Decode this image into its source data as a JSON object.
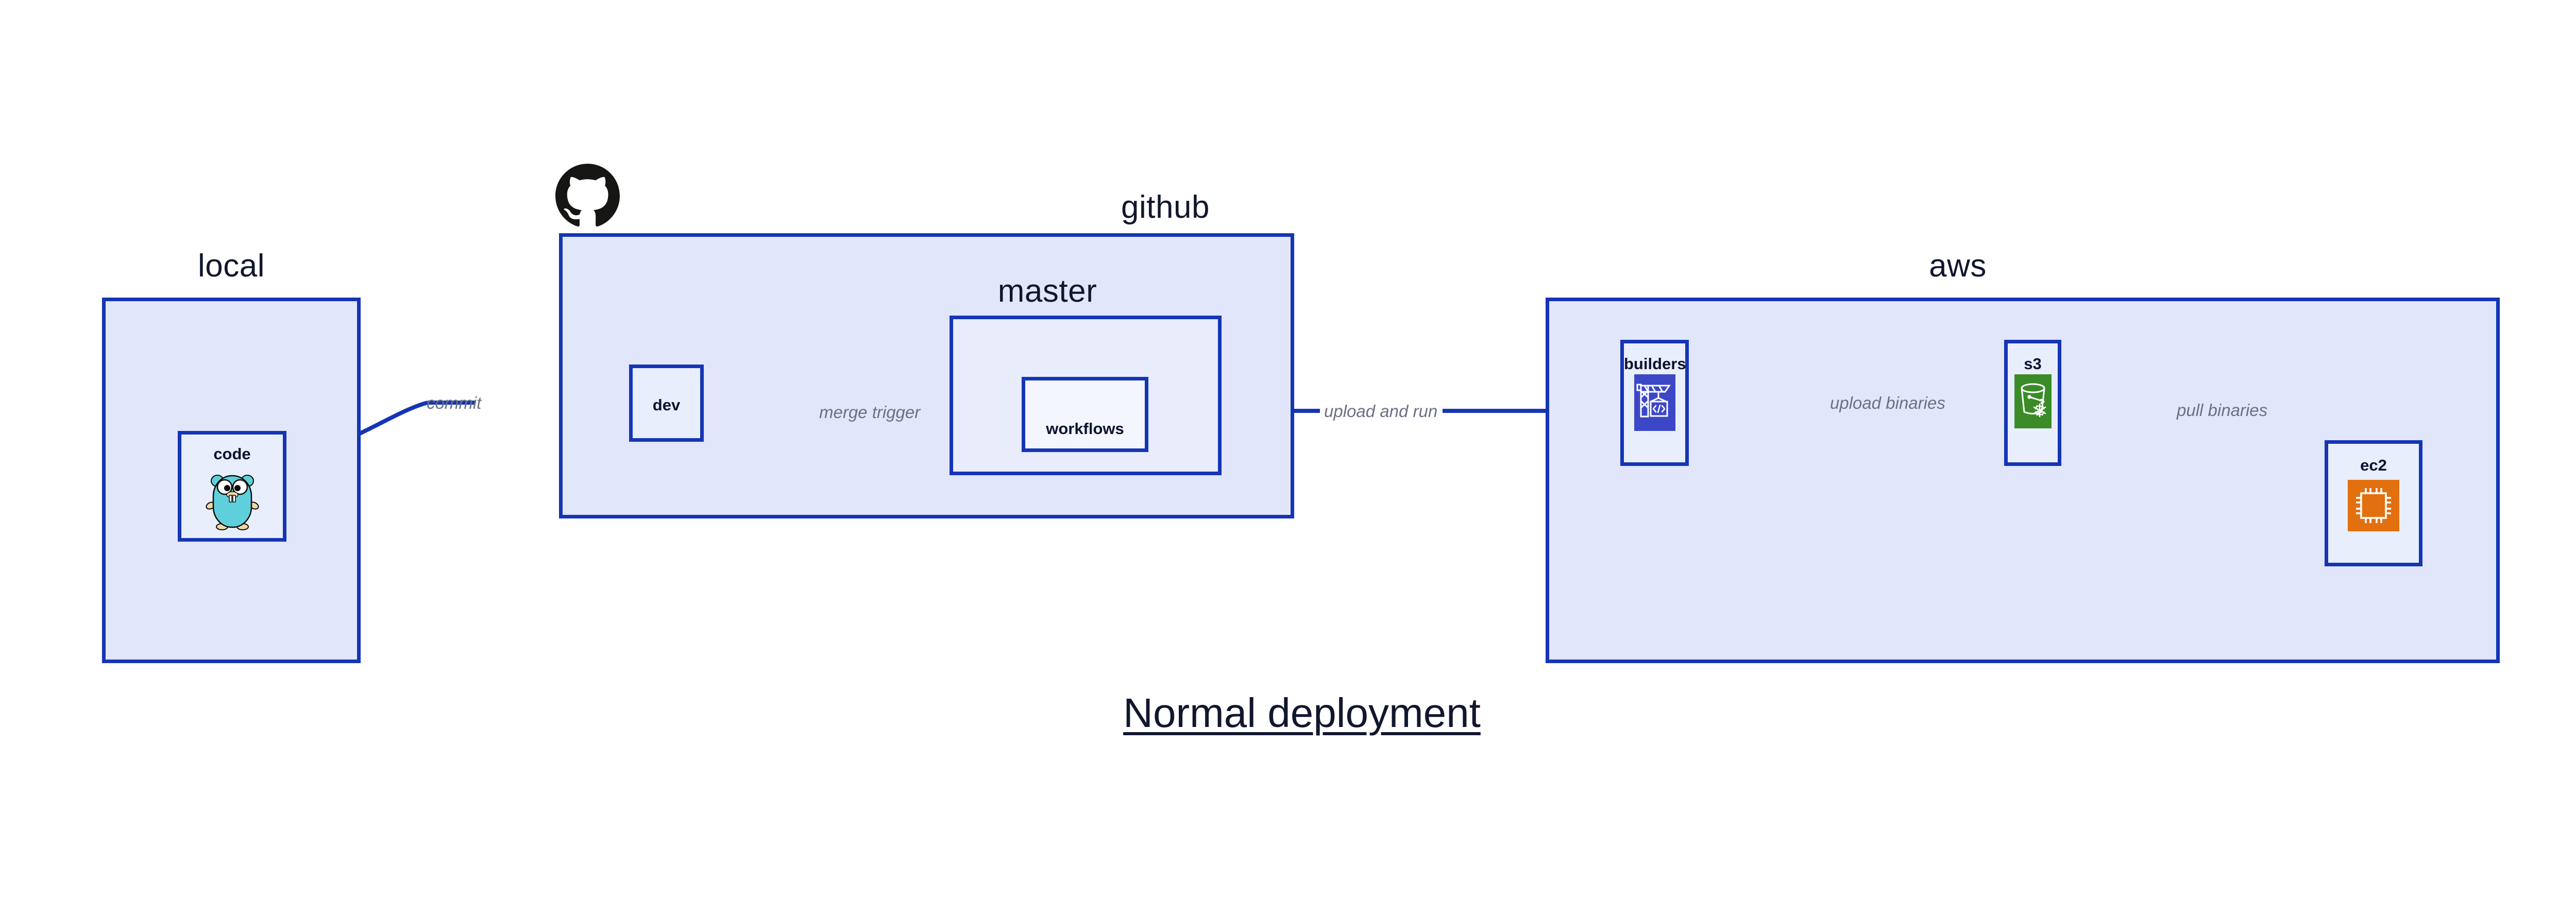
{
  "diagram": {
    "title": "Normal deployment",
    "palette": {
      "zone_fill": "#e1e6fa",
      "zone_inner_fill": "#e8ecfb",
      "node_fill": "#e9eefc",
      "border": "#1535b5",
      "arrow": "#1535b5",
      "edge_label": "#6b7086",
      "title_text": "#10172e",
      "builders_icon_bg": "#3c47c8",
      "s3_icon_bg": "#3b8c28",
      "ec2_icon_bg": "#e2700e",
      "gopher_body": "#5fd0db",
      "github_logo": "#161614"
    }
  },
  "zones": [
    {
      "id": "local",
      "label": "local"
    },
    {
      "id": "github",
      "label": "github"
    },
    {
      "id": "master",
      "label": "master"
    },
    {
      "id": "aws",
      "label": "aws"
    }
  ],
  "nodes": [
    {
      "id": "code",
      "label": "code",
      "icon": "go-gopher-icon"
    },
    {
      "id": "dev",
      "label": "dev",
      "icon": null
    },
    {
      "id": "workflows",
      "label": "workflows",
      "icon": null
    },
    {
      "id": "builders",
      "label": "builders",
      "icon": "aws-codebuild-icon"
    },
    {
      "id": "s3",
      "label": "s3",
      "icon": "aws-s3-bucket-icon"
    },
    {
      "id": "ec2",
      "label": "ec2",
      "icon": "aws-ec2-chip-icon"
    }
  ],
  "edges": [
    {
      "id": "commit",
      "label": "commit",
      "from": "code",
      "to": "dev"
    },
    {
      "id": "merge-trigger",
      "label": "merge trigger",
      "from": "dev",
      "to": "workflows"
    },
    {
      "id": "upload-and-run",
      "label": "upload and run",
      "from": "workflows",
      "to": "builders"
    },
    {
      "id": "upload-binaries",
      "label": "upload binaries",
      "from": "builders",
      "to": "s3"
    },
    {
      "id": "pull-binaries",
      "label": "pull binaries",
      "from": "s3",
      "to": "ec2"
    }
  ],
  "icons": {
    "github_logo": "github-octocat-icon"
  }
}
